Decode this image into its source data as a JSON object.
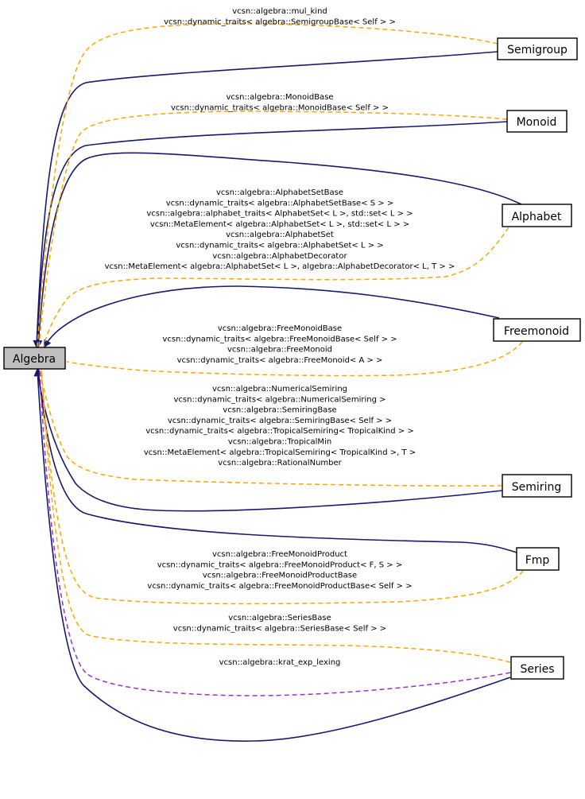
{
  "nodes": {
    "algebra": "Algebra",
    "semigroup": "Semigroup",
    "monoid": "Monoid",
    "alphabet": "Alphabet",
    "freemonoid": "Freemonoid",
    "semiring": "Semiring",
    "fmp": "Fmp",
    "series": "Series"
  },
  "edge_labels": {
    "semigroup": [
      "vcsn::algebra::mul_kind",
      "vcsn::dynamic_traits< algebra::SemigroupBase< Self > >"
    ],
    "monoid": [
      "vcsn::algebra::MonoidBase",
      "vcsn::dynamic_traits< algebra::MonoidBase< Self > >"
    ],
    "alphabet": [
      "vcsn::algebra::AlphabetSetBase",
      "vcsn::dynamic_traits< algebra::AlphabetSetBase< S > >",
      "vcsn::algebra::alphabet_traits< AlphabetSet< L >, std::set< L > >",
      "vcsn::MetaElement< algebra::AlphabetSet< L >, std::set< L > >",
      "vcsn::algebra::AlphabetSet",
      "vcsn::dynamic_traits< algebra::AlphabetSet< L > >",
      "vcsn::algebra::AlphabetDecorator",
      "vcsn::MetaElement< algebra::AlphabetSet< L >, algebra::AlphabetDecorator< L, T > >"
    ],
    "freemonoid": [
      "vcsn::algebra::FreeMonoidBase",
      "vcsn::dynamic_traits< algebra::FreeMonoidBase< Self > >",
      "vcsn::algebra::FreeMonoid",
      "vcsn::dynamic_traits< algebra::FreeMonoid< A > >"
    ],
    "semiring": [
      "vcsn::algebra::NumericalSemiring",
      "vcsn::dynamic_traits< algebra::NumericalSemiring >",
      "vcsn::algebra::SemiringBase",
      "vcsn::dynamic_traits< algebra::SemiringBase< Self > >",
      "vcsn::dynamic_traits< algebra::TropicalSemiring< TropicalKind > >",
      "vcsn::algebra::TropicalMin",
      "vcsn::MetaElement< algebra::TropicalSemiring< TropicalKind >, T >",
      "vcsn::algebra::RationalNumber"
    ],
    "fmp": [
      "vcsn::algebra::FreeMonoidProduct",
      "vcsn::dynamic_traits< algebra::FreeMonoidProduct< F, S > >",
      "vcsn::algebra::FreeMonoidProductBase",
      "vcsn::dynamic_traits< algebra::FreeMonoidProductBase< Self > >"
    ],
    "series": [
      "vcsn::algebra::SeriesBase",
      "vcsn::dynamic_traits< algebra::SeriesBase< Self > >"
    ],
    "series_purple": [
      "vcsn::algebra::krat_exp_lexing"
    ]
  },
  "colors": {
    "solid_edge": "#191970",
    "dashed_edge": "#ffa500",
    "purple_edge": "#9a32cd",
    "root_fill": "#bfbfbf"
  }
}
